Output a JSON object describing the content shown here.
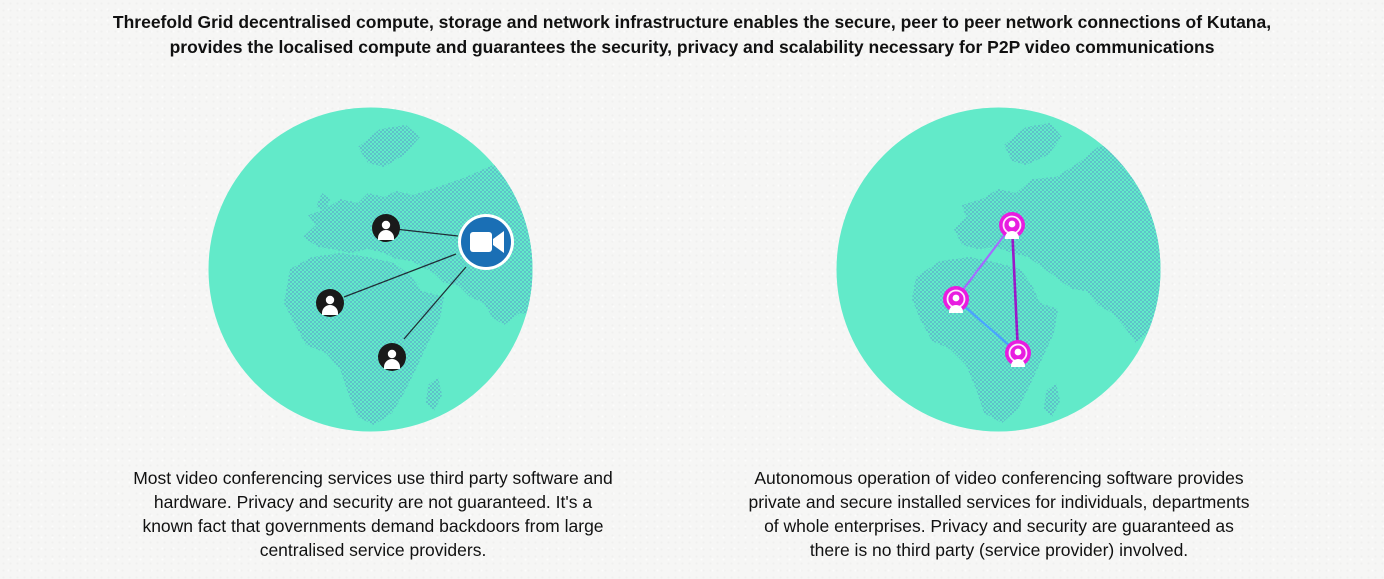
{
  "headline": {
    "line1": "Threefold Grid decentralised compute, storage and network infrastructure enables the secure, peer to peer network connections of Kutana,",
    "line2": "provides the localised compute  and guarantees the security, privacy and scalability necessary for P2P video communications"
  },
  "colors": {
    "globe_ocean": "#62eac9",
    "globe_land_dots": "#5aa7c7",
    "user_icon": "#1a1a1a",
    "zoom_blue": "#1a6fb5",
    "peer_magenta": "#e81ce0",
    "link_violet": "#a36bff",
    "link_blue": "#4aa4ff",
    "link_purple": "#9a18c8"
  },
  "left_panel": {
    "caption": [
      "Most video conferencing services use third party software and",
      "hardware.  Privacy and security are not guaranteed. It's a",
      "known fact that governments demand backdoors from large",
      "centralised service providers."
    ],
    "hub_icon": "video-camera-icon",
    "users": [
      "user-icon",
      "user-icon",
      "user-icon"
    ]
  },
  "right_panel": {
    "caption": [
      "Autonomous operation of video conferencing software provides",
      "private and secure installed services for individuals, departments",
      "of whole enterprises. Privacy and security are guaranteed as",
      "there is no third party (service provider) involved."
    ],
    "peers": [
      "peer-user-icon",
      "peer-user-icon",
      "peer-user-icon"
    ]
  }
}
